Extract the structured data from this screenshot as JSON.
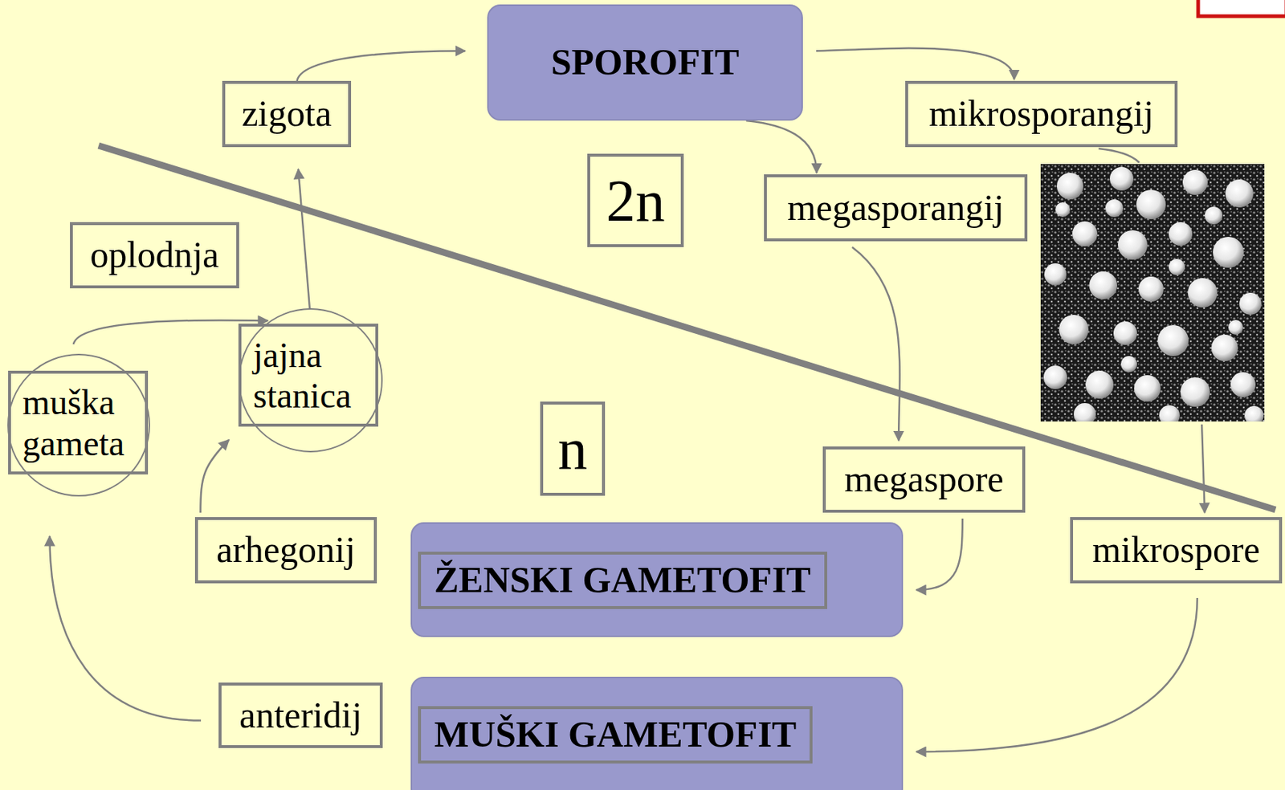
{
  "diagram": {
    "nodes": [
      {
        "text": [
          "SPOROFIT"
        ]
      },
      {
        "text": [
          "zigota"
        ]
      },
      {
        "text": [
          "mikrosporangij"
        ]
      },
      {
        "text": [
          "2n"
        ]
      },
      {
        "text": [
          "megasporangij"
        ]
      },
      {
        "text": [
          "oplodnja"
        ]
      },
      {
        "text": [
          "jajna stanica"
        ]
      },
      {
        "text": [
          "muška gameta"
        ]
      },
      {
        "text": [
          "n"
        ]
      },
      {
        "text": [
          "megaspore"
        ]
      },
      {
        "text": [
          "arhegonij"
        ]
      },
      {
        "text": [
          "ŽENSKI GAMETOFIT"
        ]
      },
      {
        "text": [
          "mikrospore"
        ]
      },
      {
        "text": [
          "anteridij"
        ]
      },
      {
        "text": [
          "MUŠKI GAMETOFIT"
        ]
      }
    ],
    "edges": [
      {
        "from": 1,
        "to": 0,
        "arrow": "to"
      },
      {
        "from": 0,
        "to": 2,
        "arrow": "to"
      },
      {
        "from": 0,
        "to": 4,
        "arrow": "to"
      },
      {
        "from": 4,
        "to": 9,
        "arrow": "to"
      },
      {
        "from": 2,
        "to": 12,
        "arrow": "to"
      },
      {
        "from": 9,
        "to": 11,
        "arrow": "to"
      },
      {
        "from": 12,
        "to": 14,
        "arrow": "to"
      },
      {
        "from": 10,
        "to": 6,
        "arrow": "to"
      },
      {
        "from": 13,
        "to": 7,
        "arrow": "to"
      },
      {
        "from": 7,
        "to": 6,
        "arrow": "to"
      },
      {
        "from": 6,
        "to": 1,
        "arrow": "to"
      }
    ]
  }
}
